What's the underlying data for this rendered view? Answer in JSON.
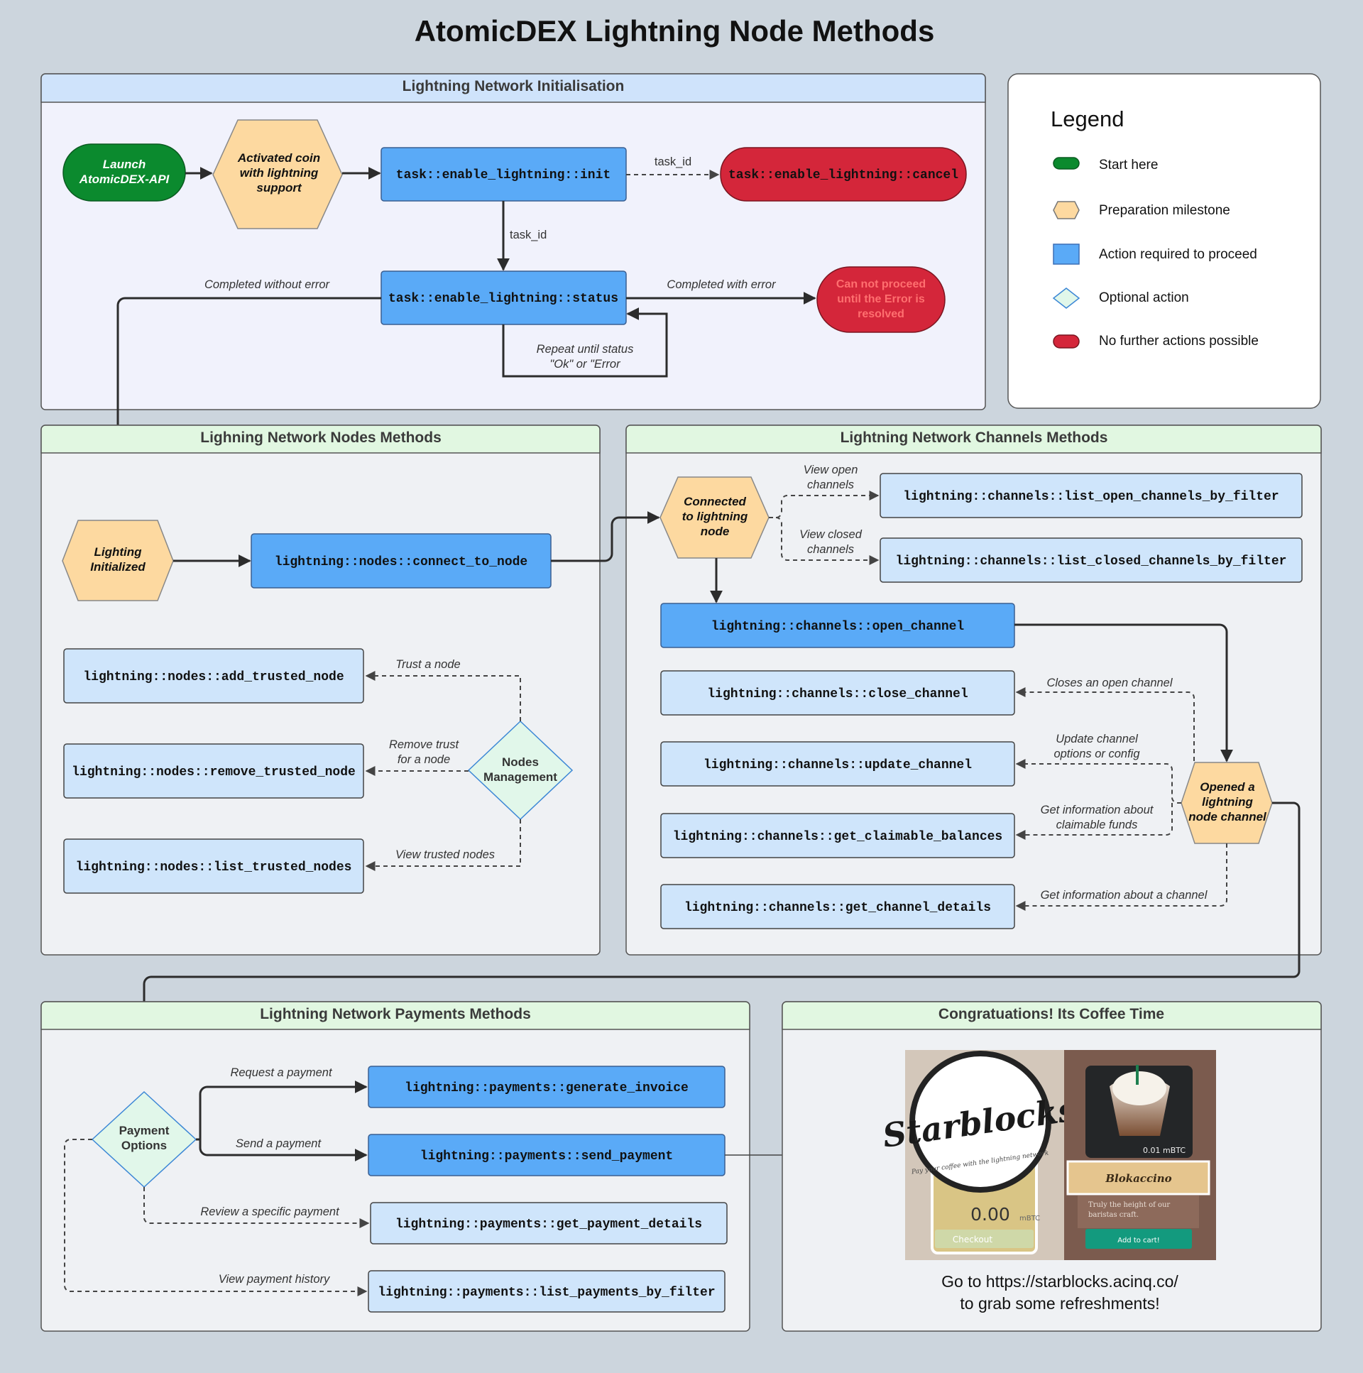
{
  "title": "AtomicDEX Lightning Node Methods",
  "colors": {
    "start": "#0b8a2e",
    "milestone": "#fdd9a0",
    "action": "#5aaaf7",
    "optional_fill": "#e1f7ea",
    "optional_border": "#3c87d6",
    "terminal": "#d4263a",
    "method_light": "#cfe5fb"
  },
  "sections": {
    "init": "Lightning Network Initialisation",
    "nodes": "Lighning Network Nodes Methods",
    "channels": "Lightning Network Channels Methods",
    "payments": "Lightning Network Payments Methods",
    "coffee": "Congratuations! Its Coffee Time"
  },
  "legend": {
    "title": "Legend",
    "items": [
      {
        "shape": "pill",
        "label": "Start here"
      },
      {
        "shape": "hexagon",
        "label": "Preparation milestone"
      },
      {
        "shape": "square",
        "label": "Action required to proceed"
      },
      {
        "shape": "diamond",
        "label": "Optional action"
      },
      {
        "shape": "pill-red",
        "label": "No further actions possible"
      }
    ]
  },
  "init": {
    "launch": [
      "Launch",
      "AtomicDEX-API"
    ],
    "activated": [
      "Activated coin",
      "with lightning",
      "support"
    ],
    "enable_init": "task::enable_lightning::init",
    "enable_cancel": "task::enable_lightning::cancel",
    "enable_status": "task::enable_lightning::status",
    "error_terminal": [
      "Can not proceed",
      "until the Error is",
      "resolved"
    ],
    "lbl_task_id_1": "task_id",
    "lbl_task_id_2": "task_id",
    "lbl_without_error": "Completed without error",
    "lbl_with_error": "Completed with error",
    "lbl_repeat": [
      "Repeat until status",
      "\"Ok\" or \"Error"
    ]
  },
  "nodes": {
    "initialized": [
      "Lighting",
      "Initialized"
    ],
    "connect": "lightning::nodes::connect_to_node",
    "add": "lightning::nodes::add_trusted_node",
    "remove": "lightning::nodes::remove_trusted_node",
    "list": "lightning::nodes::list_trusted_nodes",
    "management": [
      "Nodes",
      "Management"
    ],
    "lbl_trust": "Trust a node",
    "lbl_remove": [
      "Remove trust",
      "for a node"
    ],
    "lbl_view": "View trusted nodes"
  },
  "channels": {
    "connected": [
      "Connected",
      "to lightning",
      "node"
    ],
    "list_open": "lightning::channels::list_open_channels_by_filter",
    "list_closed": "lightning::channels::list_closed_channels_by_filter",
    "open": "lightning::channels::open_channel",
    "close": "lightning::channels::close_channel",
    "update": "lightning::channels::update_channel",
    "claimable": "lightning::channels::get_claimable_balances",
    "details": "lightning::channels::get_channel_details",
    "opened": [
      "Opened a",
      "lightning",
      "node channel"
    ],
    "lbl_view_open": [
      "View open",
      "channels"
    ],
    "lbl_view_closed": [
      "View closed",
      "channels"
    ],
    "lbl_closes": "Closes an open channel",
    "lbl_update": [
      "Update channel",
      "options or config"
    ],
    "lbl_claimable": [
      "Get information about",
      "claimable funds"
    ],
    "lbl_details": "Get information about a channel"
  },
  "payments": {
    "options": [
      "Payment",
      "Options"
    ],
    "generate": "lightning::payments::generate_invoice",
    "send": "lightning::payments::send_payment",
    "details": "lightning::payments::get_payment_details",
    "list": "lightning::payments::list_payments_by_filter",
    "lbl_request": "Request a payment",
    "lbl_send": "Send a payment",
    "lbl_review": "Review a specific payment",
    "lbl_history": "View payment history"
  },
  "coffee": {
    "logo": "Starblocks",
    "logo_ring": "Pay your coffee with the lightning network",
    "price": "0.00",
    "price_unit": "mBTC",
    "checkout": "Checkout",
    "item_price": "0.01 mBTC",
    "item_name": "Blokaccino",
    "item_desc": [
      "Truly the height of our",
      "baristas craft."
    ],
    "add_cart": "Add to cart!",
    "line1": "Go to https://starblocks.acinq.co/",
    "line2": "to grab some refreshments!"
  }
}
